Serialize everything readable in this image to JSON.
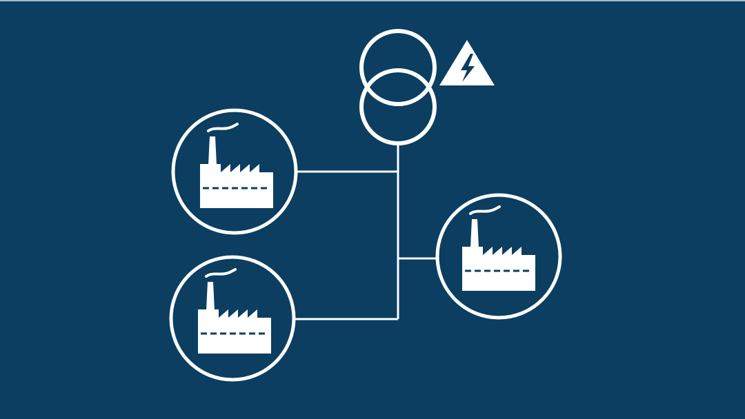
{
  "colors": {
    "background": "#0b3e61",
    "stroke": "#ffffff",
    "fill": "#ffffff"
  },
  "diagram": {
    "transformer": {
      "icon": "transformer-icon",
      "windings": 2
    },
    "high_voltage_warning": {
      "icon": "high-voltage-warning-icon"
    },
    "bus_line": {
      "icon": "vertical-bus-line"
    },
    "factories": [
      {
        "id": "factory-top-left",
        "icon": "factory-icon"
      },
      {
        "id": "factory-bottom-left",
        "icon": "factory-icon"
      },
      {
        "id": "factory-right",
        "icon": "factory-icon"
      }
    ]
  }
}
